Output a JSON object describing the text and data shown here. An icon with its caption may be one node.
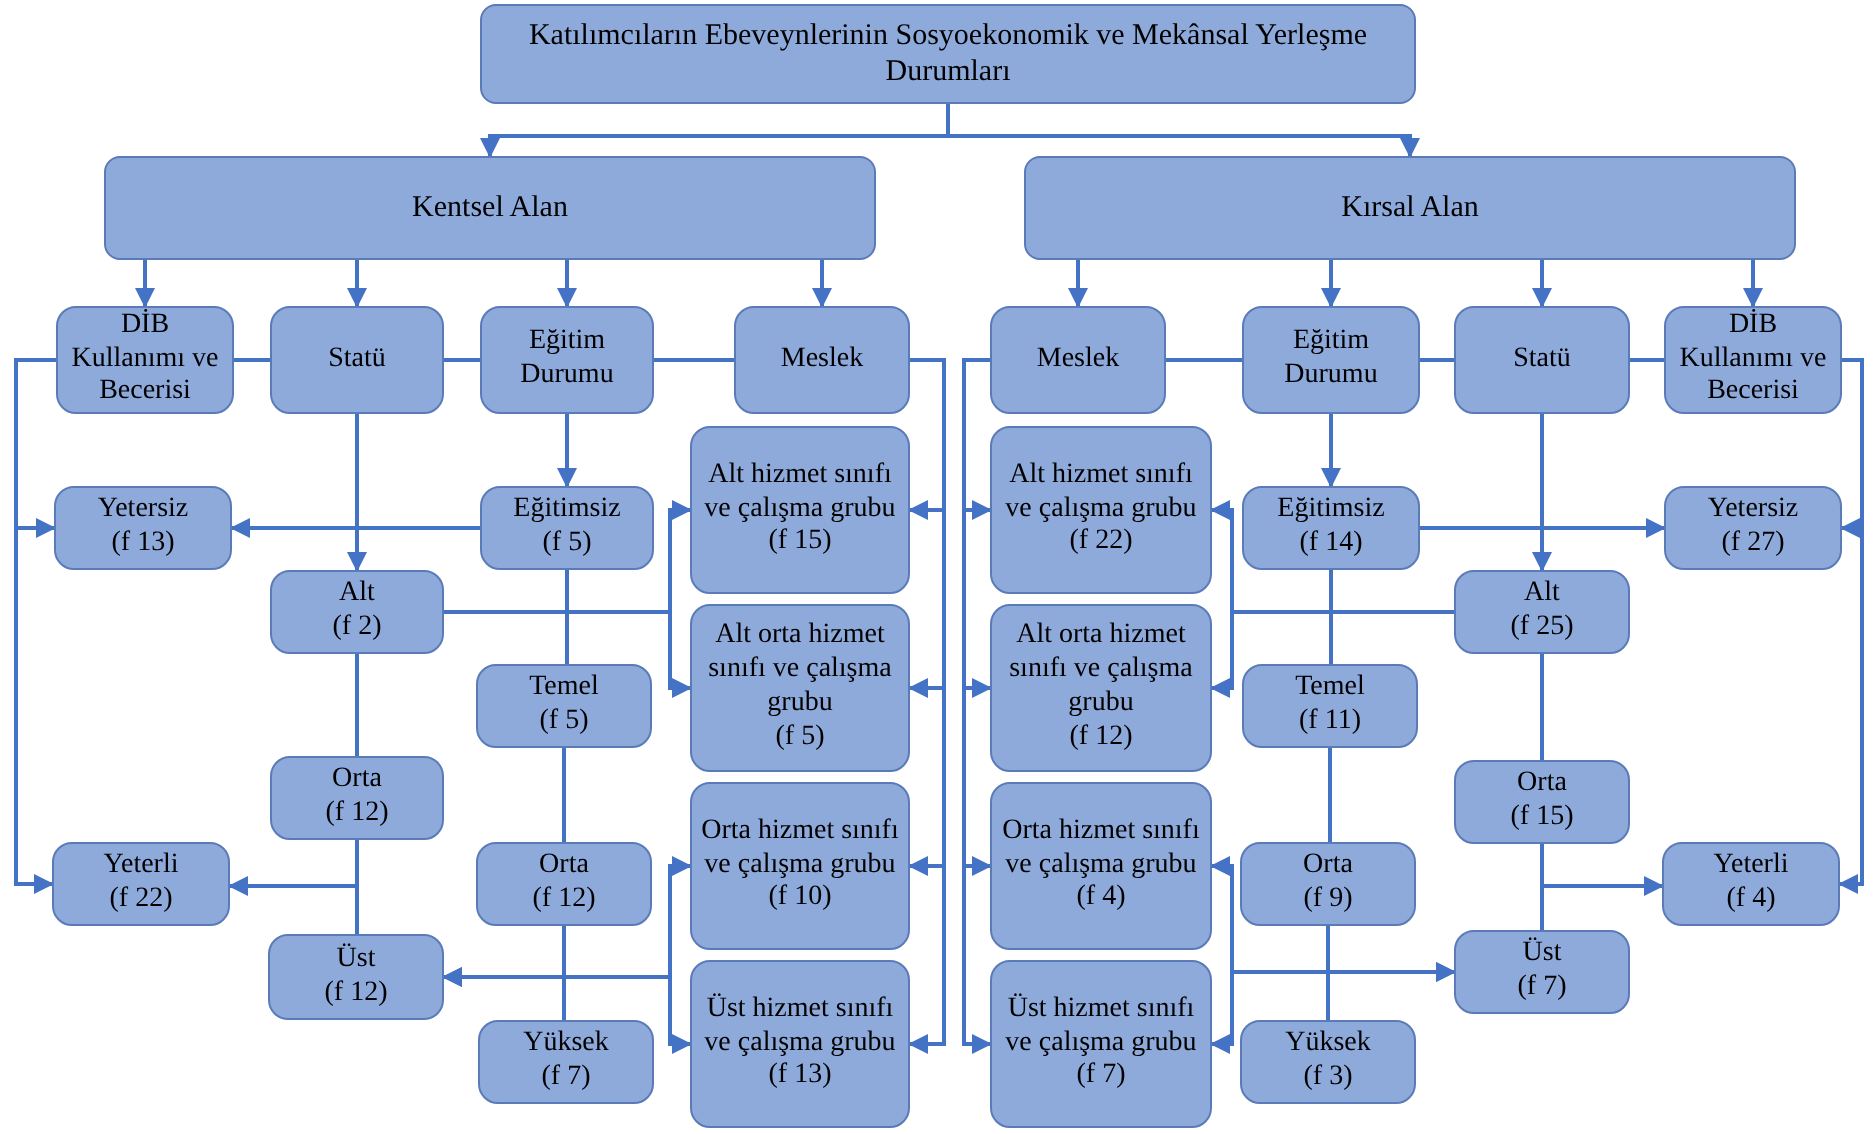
{
  "diagram": {
    "nodes": [
      {
        "text": [
          "Katılımcıların Ebeveynlerinin Sosyoekonomik ve Mekânsal Yerleşme Durumları"
        ]
      },
      {
        "text": [
          "Kentsel Alan"
        ]
      },
      {
        "text": [
          "Kırsal Alan"
        ]
      },
      {
        "text": [
          "DİB Kullanımı ve Becerisi"
        ]
      },
      {
        "text": [
          "Statü"
        ]
      },
      {
        "text": [
          "Eğitim Durumu"
        ]
      },
      {
        "text": [
          "Meslek"
        ]
      },
      {
        "text": [
          "Meslek"
        ]
      },
      {
        "text": [
          "Eğitim Durumu"
        ]
      },
      {
        "text": [
          "Statü"
        ]
      },
      {
        "text": [
          "DİB Kullanımı ve Becerisi"
        ]
      },
      {
        "text": [
          "Yetersiz",
          "(f 13)"
        ]
      },
      {
        "text": [
          "Eğitimsiz",
          "(f 5)"
        ]
      },
      {
        "text": [
          "Alt",
          "(f 2)"
        ]
      },
      {
        "text": [
          "Temel",
          "(f 5)"
        ]
      },
      {
        "text": [
          "Orta",
          "(f 12)"
        ]
      },
      {
        "text": [
          "Yeterli",
          "(f 22)"
        ]
      },
      {
        "text": [
          "Orta",
          "(f 12)"
        ]
      },
      {
        "text": [
          "Üst",
          "(f 12)"
        ]
      },
      {
        "text": [
          "Yüksek",
          "(f 7)"
        ]
      },
      {
        "text": [
          "Alt hizmet sınıfı ve çalışma grubu",
          "(f 15)"
        ]
      },
      {
        "text": [
          "Alt orta hizmet sınıfı ve çalışma grubu",
          "(f 5)"
        ]
      },
      {
        "text": [
          "Orta hizmet sınıfı ve çalışma grubu",
          "(f 10)"
        ]
      },
      {
        "text": [
          "Üst hizmet sınıfı ve çalışma grubu",
          "(f 13)"
        ]
      },
      {
        "text": [
          "Alt hizmet sınıfı ve çalışma grubu",
          "(f 22)"
        ]
      },
      {
        "text": [
          "Alt orta hizmet sınıfı ve çalışma grubu",
          "(f 12)"
        ]
      },
      {
        "text": [
          "Orta hizmet sınıfı ve çalışma grubu",
          "(f 4)"
        ]
      },
      {
        "text": [
          "Üst hizmet sınıfı ve çalışma grubu",
          "(f 7)"
        ]
      },
      {
        "text": [
          "Eğitimsiz",
          "(f 14)"
        ]
      },
      {
        "text": [
          "Temel",
          "(f 11)"
        ]
      },
      {
        "text": [
          "Orta",
          "(f 9)"
        ]
      },
      {
        "text": [
          "Yüksek",
          "(f 3)"
        ]
      },
      {
        "text": [
          "Alt",
          "(f 25)"
        ]
      },
      {
        "text": [
          "Orta",
          "(f 15)"
        ]
      },
      {
        "text": [
          "Üst",
          "(f 7)"
        ]
      },
      {
        "text": [
          "Yetersiz",
          "(f 27)"
        ]
      },
      {
        "text": [
          "Yeterli",
          "(f 4)"
        ]
      }
    ],
    "edges": [
      {
        "from": 0,
        "to": 1,
        "arrow": "to"
      },
      {
        "from": 0,
        "to": 2,
        "arrow": "to"
      },
      {
        "from": 1,
        "to": 3,
        "arrow": "to"
      },
      {
        "from": 1,
        "to": 4,
        "arrow": "to"
      },
      {
        "from": 1,
        "to": 5,
        "arrow": "to"
      },
      {
        "from": 1,
        "to": 6,
        "arrow": "to"
      },
      {
        "from": 2,
        "to": 7,
        "arrow": "to"
      },
      {
        "from": 2,
        "to": 8,
        "arrow": "to"
      },
      {
        "from": 2,
        "to": 9,
        "arrow": "to"
      },
      {
        "from": 2,
        "to": 10,
        "arrow": "to"
      },
      {
        "from": 3,
        "to": 4,
        "arrow": "none"
      },
      {
        "from": 4,
        "to": 5,
        "arrow": "none"
      },
      {
        "from": 5,
        "to": 6,
        "arrow": "none"
      },
      {
        "from": 7,
        "to": 8,
        "arrow": "none"
      },
      {
        "from": 8,
        "to": 9,
        "arrow": "none"
      },
      {
        "from": 9,
        "to": 10,
        "arrow": "none"
      },
      {
        "from": 3,
        "to": 11,
        "arrow": "to"
      },
      {
        "from": 3,
        "to": 16,
        "arrow": "to"
      },
      {
        "from": 4,
        "to": 13,
        "arrow": "to"
      },
      {
        "from": 13,
        "to": 15,
        "arrow": "none"
      },
      {
        "from": 15,
        "to": 18,
        "arrow": "none"
      },
      {
        "from": 15,
        "to": 16,
        "arrow": "to"
      },
      {
        "from": 5,
        "to": 12,
        "arrow": "to"
      },
      {
        "from": 12,
        "to": 11,
        "arrow": "to"
      },
      {
        "from": 12,
        "to": 14,
        "arrow": "none"
      },
      {
        "from": 14,
        "to": 17,
        "arrow": "none"
      },
      {
        "from": 17,
        "to": 19,
        "arrow": "none"
      },
      {
        "from": 13,
        "to": 20,
        "arrow": "to"
      },
      {
        "from": 13,
        "to": 21,
        "arrow": "to"
      },
      {
        "from": 18,
        "to": 22,
        "arrow": "both"
      },
      {
        "from": 18,
        "to": 23,
        "arrow": "both"
      },
      {
        "from": 6,
        "to": 20,
        "arrow": "to"
      },
      {
        "from": 6,
        "to": 21,
        "arrow": "to"
      },
      {
        "from": 6,
        "to": 22,
        "arrow": "to"
      },
      {
        "from": 6,
        "to": 23,
        "arrow": "to"
      },
      {
        "from": 7,
        "to": 24,
        "arrow": "to"
      },
      {
        "from": 7,
        "to": 25,
        "arrow": "to"
      },
      {
        "from": 7,
        "to": 26,
        "arrow": "to"
      },
      {
        "from": 7,
        "to": 27,
        "arrow": "to"
      },
      {
        "from": 8,
        "to": 28,
        "arrow": "to"
      },
      {
        "from": 28,
        "to": 29,
        "arrow": "none"
      },
      {
        "from": 29,
        "to": 30,
        "arrow": "none"
      },
      {
        "from": 30,
        "to": 31,
        "arrow": "none"
      },
      {
        "from": 28,
        "to": 35,
        "arrow": "to"
      },
      {
        "from": 9,
        "to": 32,
        "arrow": "to"
      },
      {
        "from": 32,
        "to": 33,
        "arrow": "none"
      },
      {
        "from": 33,
        "to": 34,
        "arrow": "none"
      },
      {
        "from": 33,
        "to": 36,
        "arrow": "to"
      },
      {
        "from": 32,
        "to": 24,
        "arrow": "to"
      },
      {
        "from": 32,
        "to": 25,
        "arrow": "to"
      },
      {
        "from": 34,
        "to": 26,
        "arrow": "both"
      },
      {
        "from": 34,
        "to": 27,
        "arrow": "both"
      },
      {
        "from": 10,
        "to": 35,
        "arrow": "to"
      },
      {
        "from": 10,
        "to": 36,
        "arrow": "to"
      }
    ]
  }
}
